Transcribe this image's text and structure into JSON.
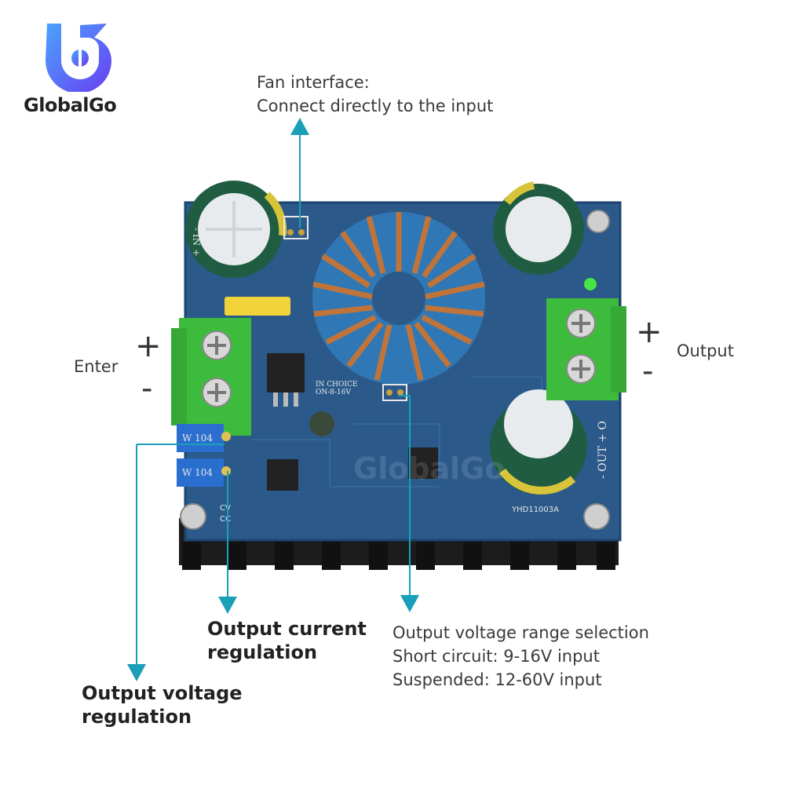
{
  "brand": {
    "name": "GlobalGo",
    "watermark": "GlobalGo"
  },
  "annotations": {
    "fan_line1": "Fan interface:",
    "fan_line2": "Connect directly to the input",
    "enter": "Enter",
    "input_plus": "+",
    "input_minus": "-",
    "output": "Output",
    "output_plus": "+",
    "output_minus": "-",
    "current_line1": "Output current",
    "current_line2": "regulation",
    "voltage_line1": "Output voltage",
    "voltage_line2": "regulation",
    "range_line1": "Output voltage range selection",
    "range_line2": "Short circuit: 9-16V input",
    "range_line3": "Suspended: 12-60V input"
  },
  "board": {
    "model": "YHD11003A",
    "in_choice": "IN CHOICE",
    "in_range": "ON-8-16V",
    "pot_label": "W 104",
    "out_label": "- OUT + O",
    "cv_label": "CV",
    "cc_label": "CC",
    "in_label": "- IN +"
  },
  "colors": {
    "arrow": "#1a9fb8",
    "pcb": "#2b5a8a",
    "terminal": "#3dbb3d",
    "heatsink": "#1c1c1c"
  }
}
